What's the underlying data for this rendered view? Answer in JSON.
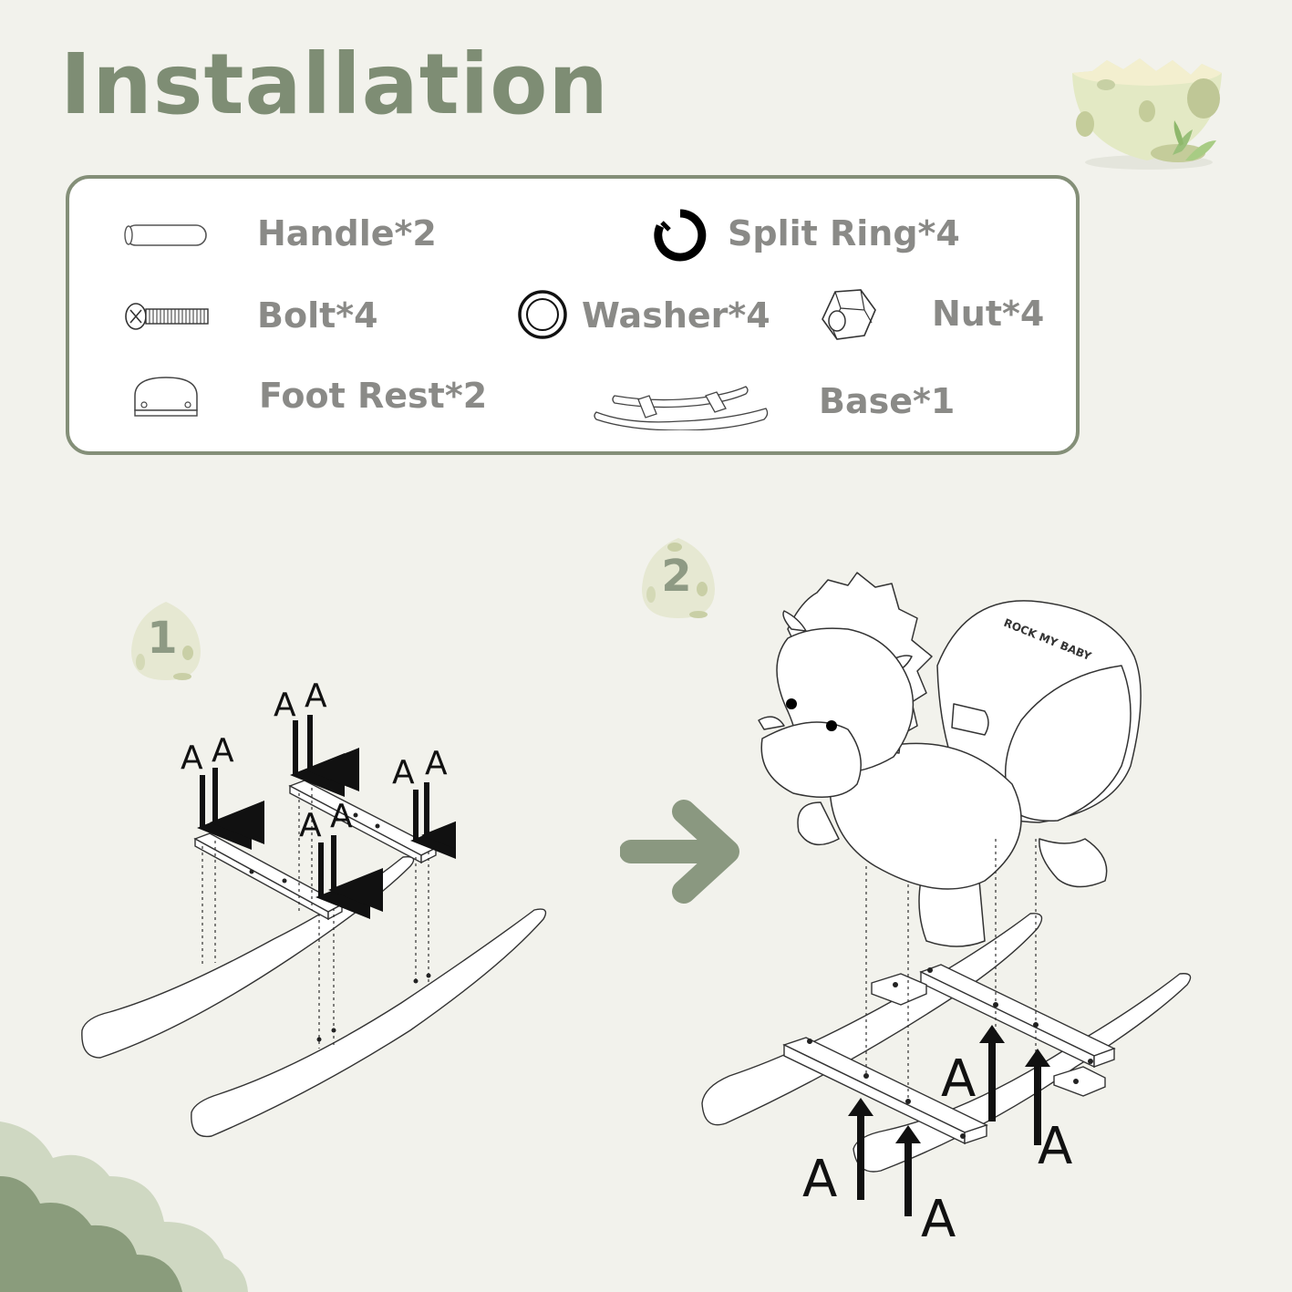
{
  "page": {
    "title": "Installation"
  },
  "parts": [
    {
      "id": "handle",
      "label": "Handle*2",
      "icon": "handle-icon"
    },
    {
      "id": "split-ring",
      "label": "Split Ring*4",
      "icon": "split-ring-icon"
    },
    {
      "id": "bolt",
      "label": "Bolt*4",
      "icon": "bolt-icon"
    },
    {
      "id": "washer",
      "label": "Washer*4",
      "icon": "washer-icon"
    },
    {
      "id": "nut",
      "label": "Nut*4",
      "icon": "nut-icon"
    },
    {
      "id": "foot-rest",
      "label": "Foot Rest*2",
      "icon": "foot-rest-icon"
    },
    {
      "id": "base",
      "label": "Base*1",
      "icon": "base-icon"
    }
  ],
  "steps": [
    {
      "number": "1",
      "marker": "A"
    },
    {
      "number": "2",
      "marker": "A",
      "brand": "ROCK MY BABY"
    }
  ],
  "colors": {
    "background": "#f2f2ec",
    "accent": "#7e8d74",
    "label": "#8a8a87",
    "egg": "#e6e8d2",
    "bush_light": "#cfd8c2",
    "bush_dark": "#8a9c7c"
  }
}
